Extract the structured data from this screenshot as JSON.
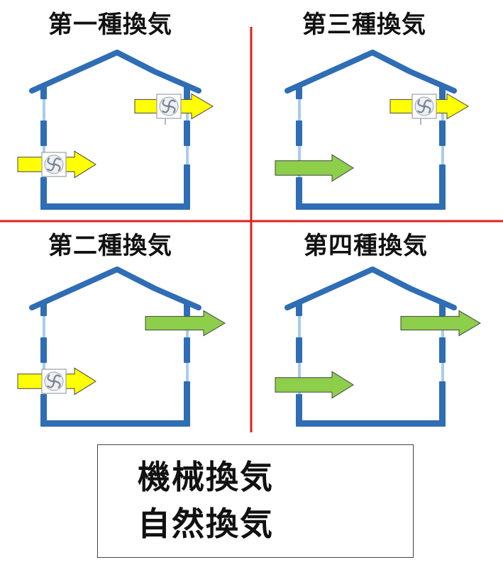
{
  "colors": {
    "wall": "#2f6db5",
    "window": "#a9cdea",
    "divider": "#e0201b",
    "mechanical": "#ffff00",
    "natural": "#8dce4a",
    "arrow_stroke": "#444444",
    "fan_face": "#eef0f4"
  },
  "panels": [
    {
      "title": "第一種換気",
      "intake": "mechanical",
      "exhaust": "mechanical"
    },
    {
      "title": "第三種換気",
      "intake": "natural",
      "exhaust": "mechanical"
    },
    {
      "title": "第二種換気",
      "intake": "mechanical",
      "exhaust": "natural"
    },
    {
      "title": "第四種換気",
      "intake": "natural",
      "exhaust": "natural"
    }
  ],
  "legend": {
    "mechanical": {
      "label": "機械換気",
      "icon": "yellow-arrow-icon"
    },
    "natural": {
      "label": "自然換気",
      "icon": "green-arrow-icon"
    }
  },
  "icons": {
    "fan": "fan-icon",
    "arrow": "arrow-icon"
  }
}
